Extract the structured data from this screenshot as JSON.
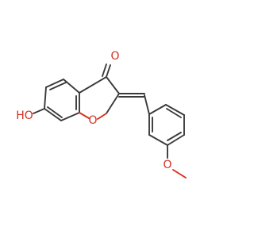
{
  "molecule": {
    "atoms": {
      "carbonyl_oxygen": "O",
      "ring_oxygen": "O",
      "hydroxy_group": "HO",
      "methoxy_oxygen": "O"
    },
    "colors": {
      "bond": "#3a3a3a",
      "oxygen": "#d2301f"
    }
  }
}
